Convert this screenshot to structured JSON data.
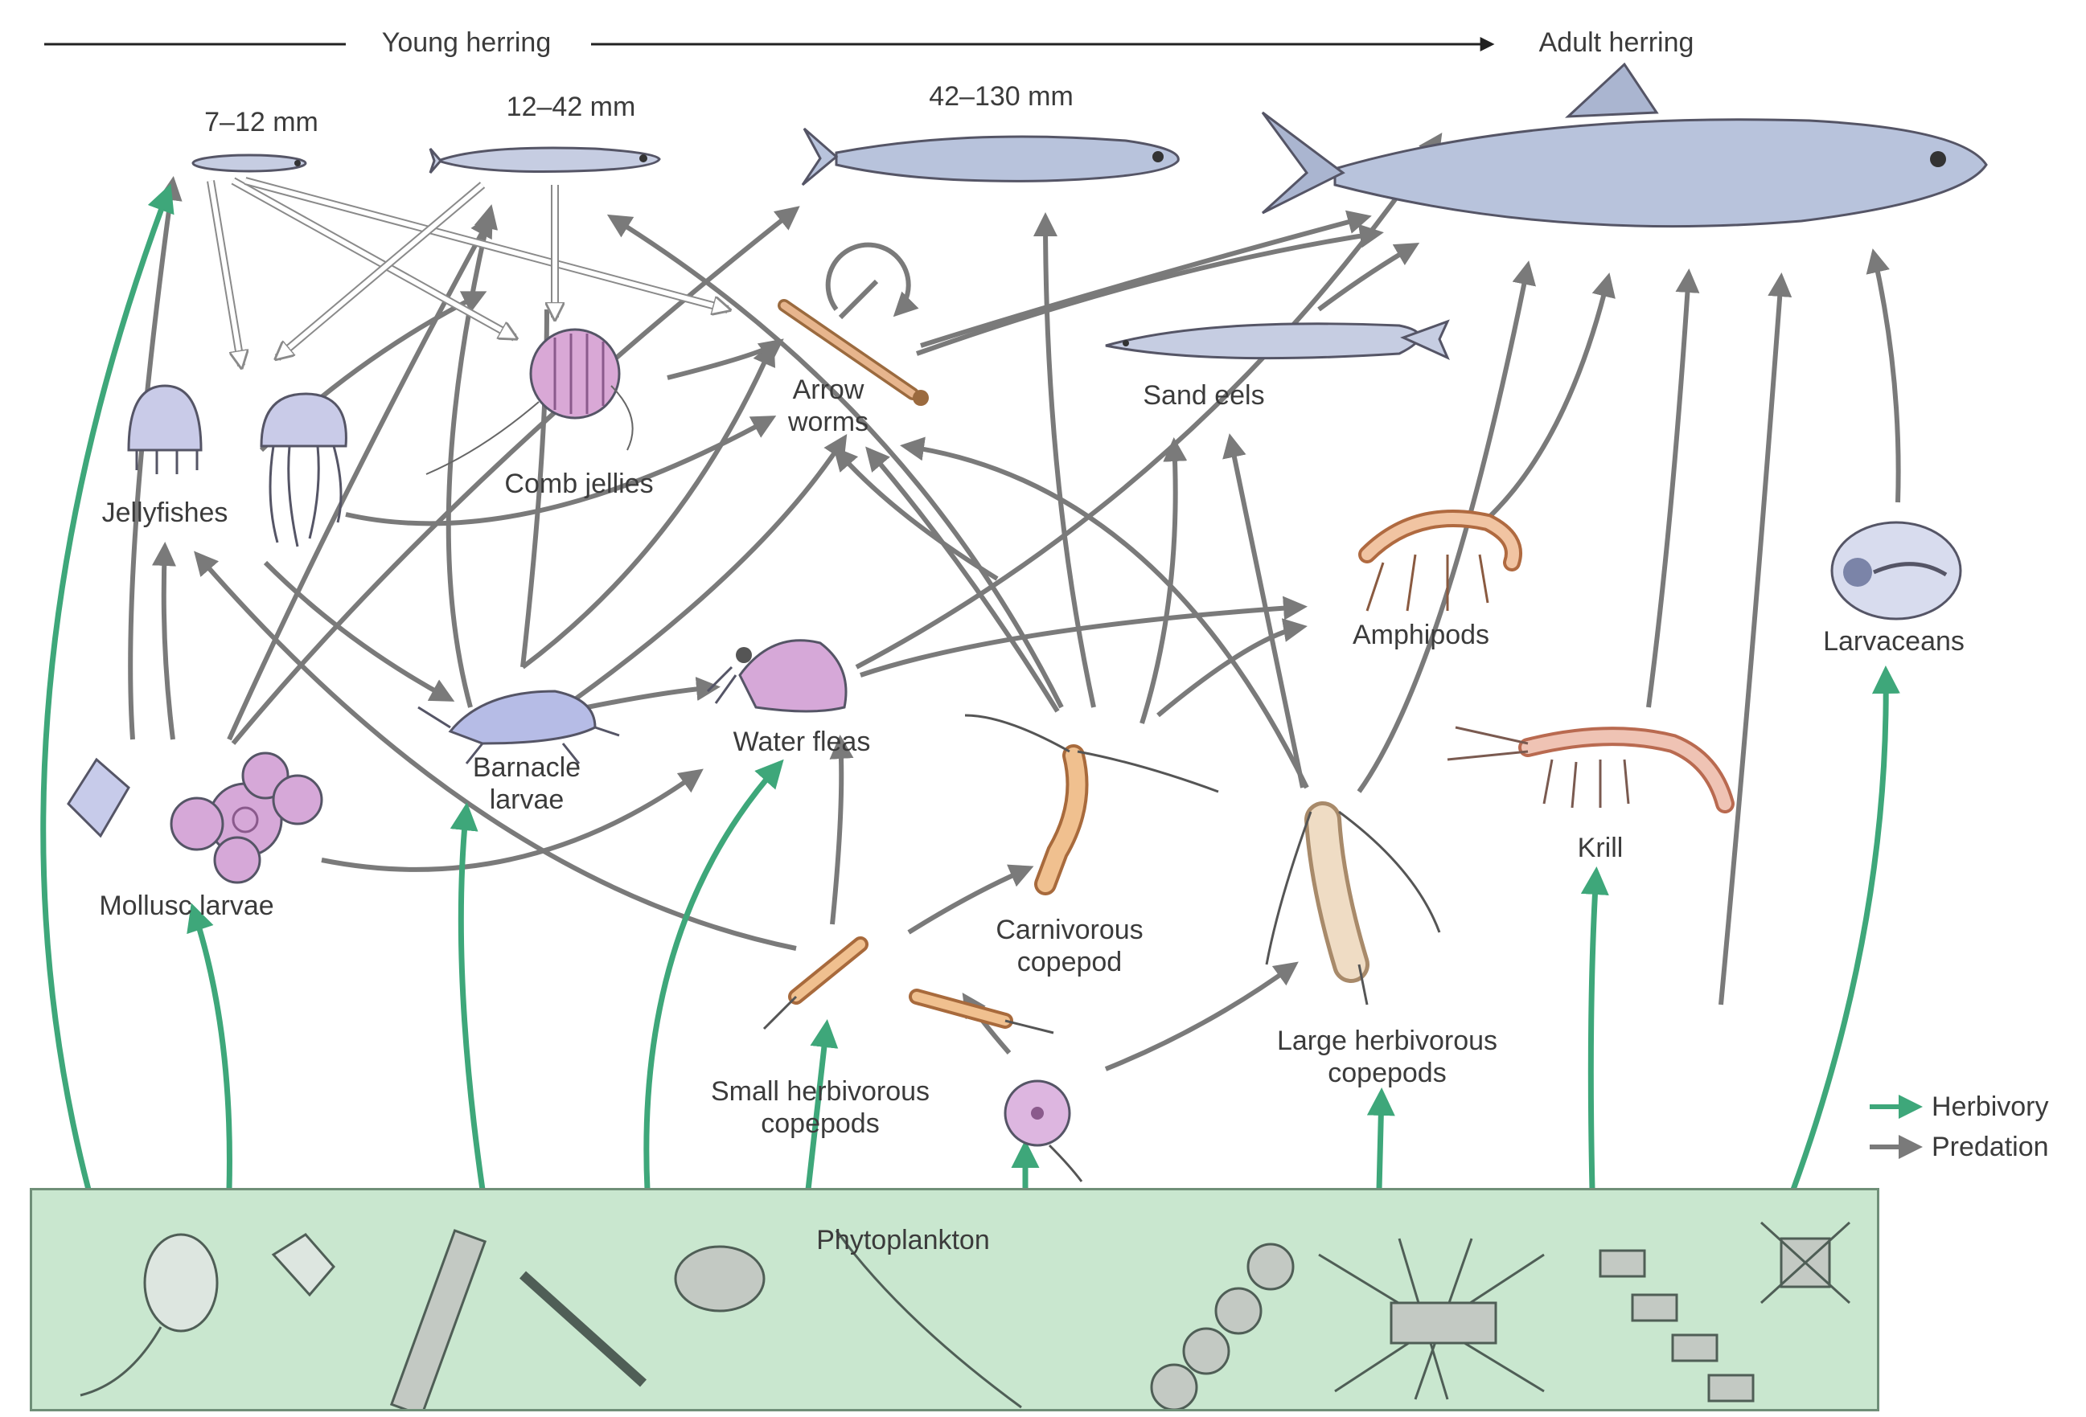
{
  "colors": {
    "herbivory": "#3ea77a",
    "predation": "#7a7a7a",
    "phytoplankton_fill": "#c9e7cf",
    "fish": "#b8c3dc",
    "jelly": "#c9cbe8",
    "comb_jelly": "#d9a8d6",
    "crustacean": "#d9a27a"
  },
  "header": {
    "young_herring": "Young herring",
    "adult_herring": "Adult herring"
  },
  "sizes": {
    "size1": "7–12 mm",
    "size2": "12–42 mm",
    "size3": "42–130 mm"
  },
  "organisms": {
    "jellyfishes": "Jellyfishes",
    "comb_jellies": "Comb jellies",
    "arrow_worms": "Arrow\nworms",
    "sand_eels": "Sand eels",
    "amphipods": "Amphipods",
    "larvaceans": "Larvaceans",
    "barnacle_larvae": "Barnacle\nlarvae",
    "water_fleas": "Water fleas",
    "mollusc_larvae": "Mollusc larvae",
    "carnivorous_copepod": "Carnivorous\ncopepod",
    "krill": "Krill",
    "small_herbivorous_copepods": "Small herbivorous\ncopepods",
    "large_herbivorous_copepods": "Large herbivorous\ncopepods",
    "phytoplankton": "Phytoplankton"
  },
  "legend": {
    "herbivory": "Herbivory",
    "predation": "Predation"
  },
  "icons": [
    "herring-larva-icon",
    "young-herring-icon",
    "juvenile-herring-icon",
    "adult-herring-icon",
    "jellyfish-icon",
    "comb-jelly-icon",
    "arrow-worm-icon",
    "sand-eel-icon",
    "amphipod-icon",
    "larvacean-icon",
    "barnacle-larva-icon",
    "water-flea-icon",
    "mollusc-larva-icon",
    "copepod-icon",
    "krill-icon",
    "diatom-icon",
    "dinoflagellate-icon"
  ]
}
